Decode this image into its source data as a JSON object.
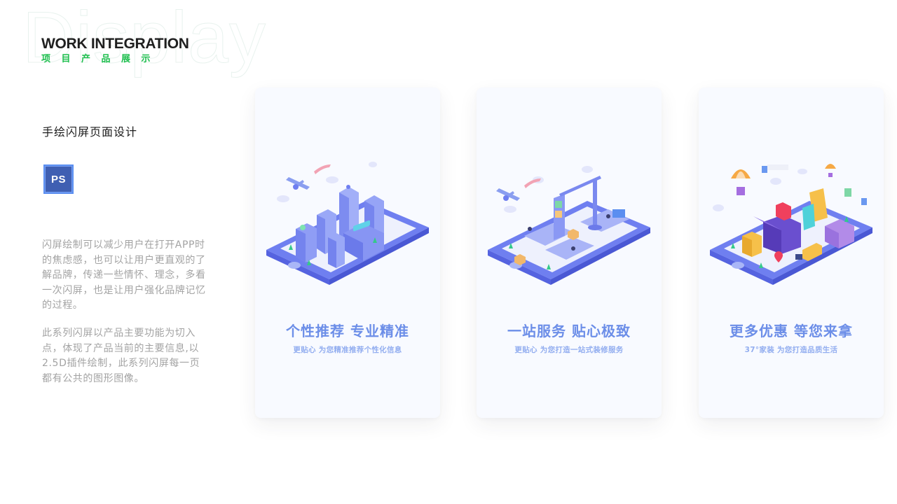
{
  "header": {
    "watermark": "Display",
    "title": "WORK INTEGRATION",
    "subtitle": "项目产品展示",
    "title_color": "#1f1f1f",
    "subtitle_color": "#1fbf4f"
  },
  "sidebar": {
    "section_title": "手绘闪屏页面设计",
    "tool_badge": {
      "label": "PS",
      "icon": "photoshop-icon",
      "color": "#3f5fb2"
    },
    "paragraphs": [
      "闪屏绘制可以减少用户在打开APP时的焦虑感，也可以让用户更直观的了解品牌，传递一些情怀、理念，多看一次闪屏，也是让用户强化品牌记忆的过程。",
      "此系列闪屏以产品主要功能为切入点，体现了产品当前的主要信息,以2.5D插件绘制，此系列闪屏每一页都有公共的图形图像。"
    ]
  },
  "cards": [
    {
      "illustration": "isometric-phone-city-illustration",
      "title": "个性推荐 专业精准",
      "subtitle": "更贴心 为您精准推荐个性化信息"
    },
    {
      "illustration": "isometric-phone-construction-illustration",
      "title": "一站服务 贴心极致",
      "subtitle": "更贴心 为您打造一站式装修服务"
    },
    {
      "illustration": "isometric-phone-gifts-illustration",
      "title": "更多优惠 等您来拿",
      "subtitle": "37°家装 为您打造品质生活"
    }
  ],
  "colors": {
    "card_bg": "#f8faff",
    "card_title": "#6c8ee8",
    "card_subtitle": "#93aef0",
    "phone_body": "#6f7ff0",
    "phone_edge": "#5563e0",
    "body_text": "#a3a3a3"
  }
}
